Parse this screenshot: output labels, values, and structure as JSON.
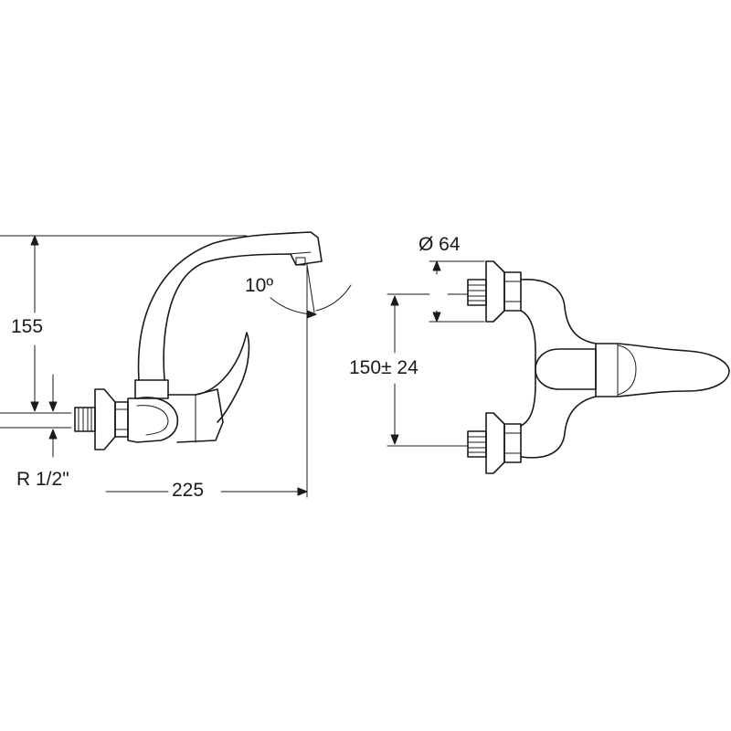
{
  "drawing": {
    "side_view": {
      "height_label": "155",
      "thread_label": "R 1/2\"",
      "reach_label": "225",
      "angle_label": "10º"
    },
    "front_view": {
      "diameter_label": "Ø 64",
      "spacing_label": "150± 24"
    },
    "colors": {
      "line": "#1a1a1a",
      "background": "#ffffff"
    }
  }
}
